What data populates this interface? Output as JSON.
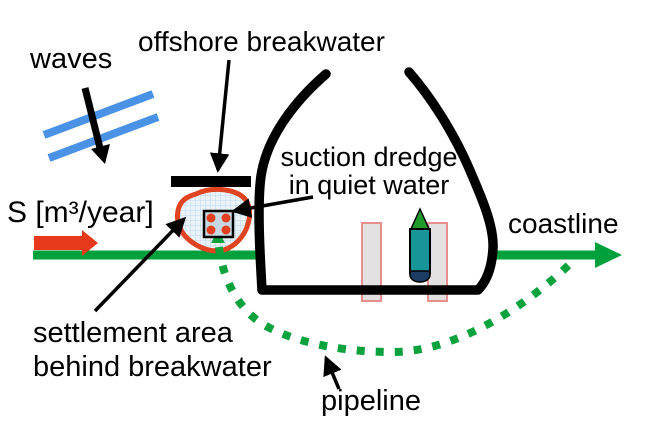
{
  "diagram": {
    "title_hint": "sand bypassing at offshore breakwater",
    "labels": {
      "waves": "waves",
      "offshore_breakwater": "offshore breakwater",
      "suction_dredge_line1": "suction dredge",
      "suction_dredge_line2": "in quiet water",
      "sediment_rate": "S [m³/year]",
      "coastline": "coastline",
      "settlement_line1": "settlement area",
      "settlement_line2": "behind breakwater",
      "pipeline": "pipeline"
    },
    "colors": {
      "wave_blue": "#4a92e5",
      "sediment_arrow_red": "#e8391c",
      "coastline_green": "#00a13c",
      "pipeline_green": "#0aa23c",
      "settlement_outline_red": "#e0431f",
      "settlement_fill_blue": "#eaf3fa",
      "settlement_grid_blue": "#bcd7ea",
      "dredge_marker_fill": "#c6d9e3",
      "dredge_marker_dot_red": "#e04020",
      "ship_hull_teal": "#189598",
      "ship_bow_green": "#1f9b2c",
      "ship_stern_navy": "#1c3c64",
      "pier_gray": "#e2e0e0",
      "pier_border_pink": "#e78e8e",
      "structure_black": "#000000"
    }
  }
}
